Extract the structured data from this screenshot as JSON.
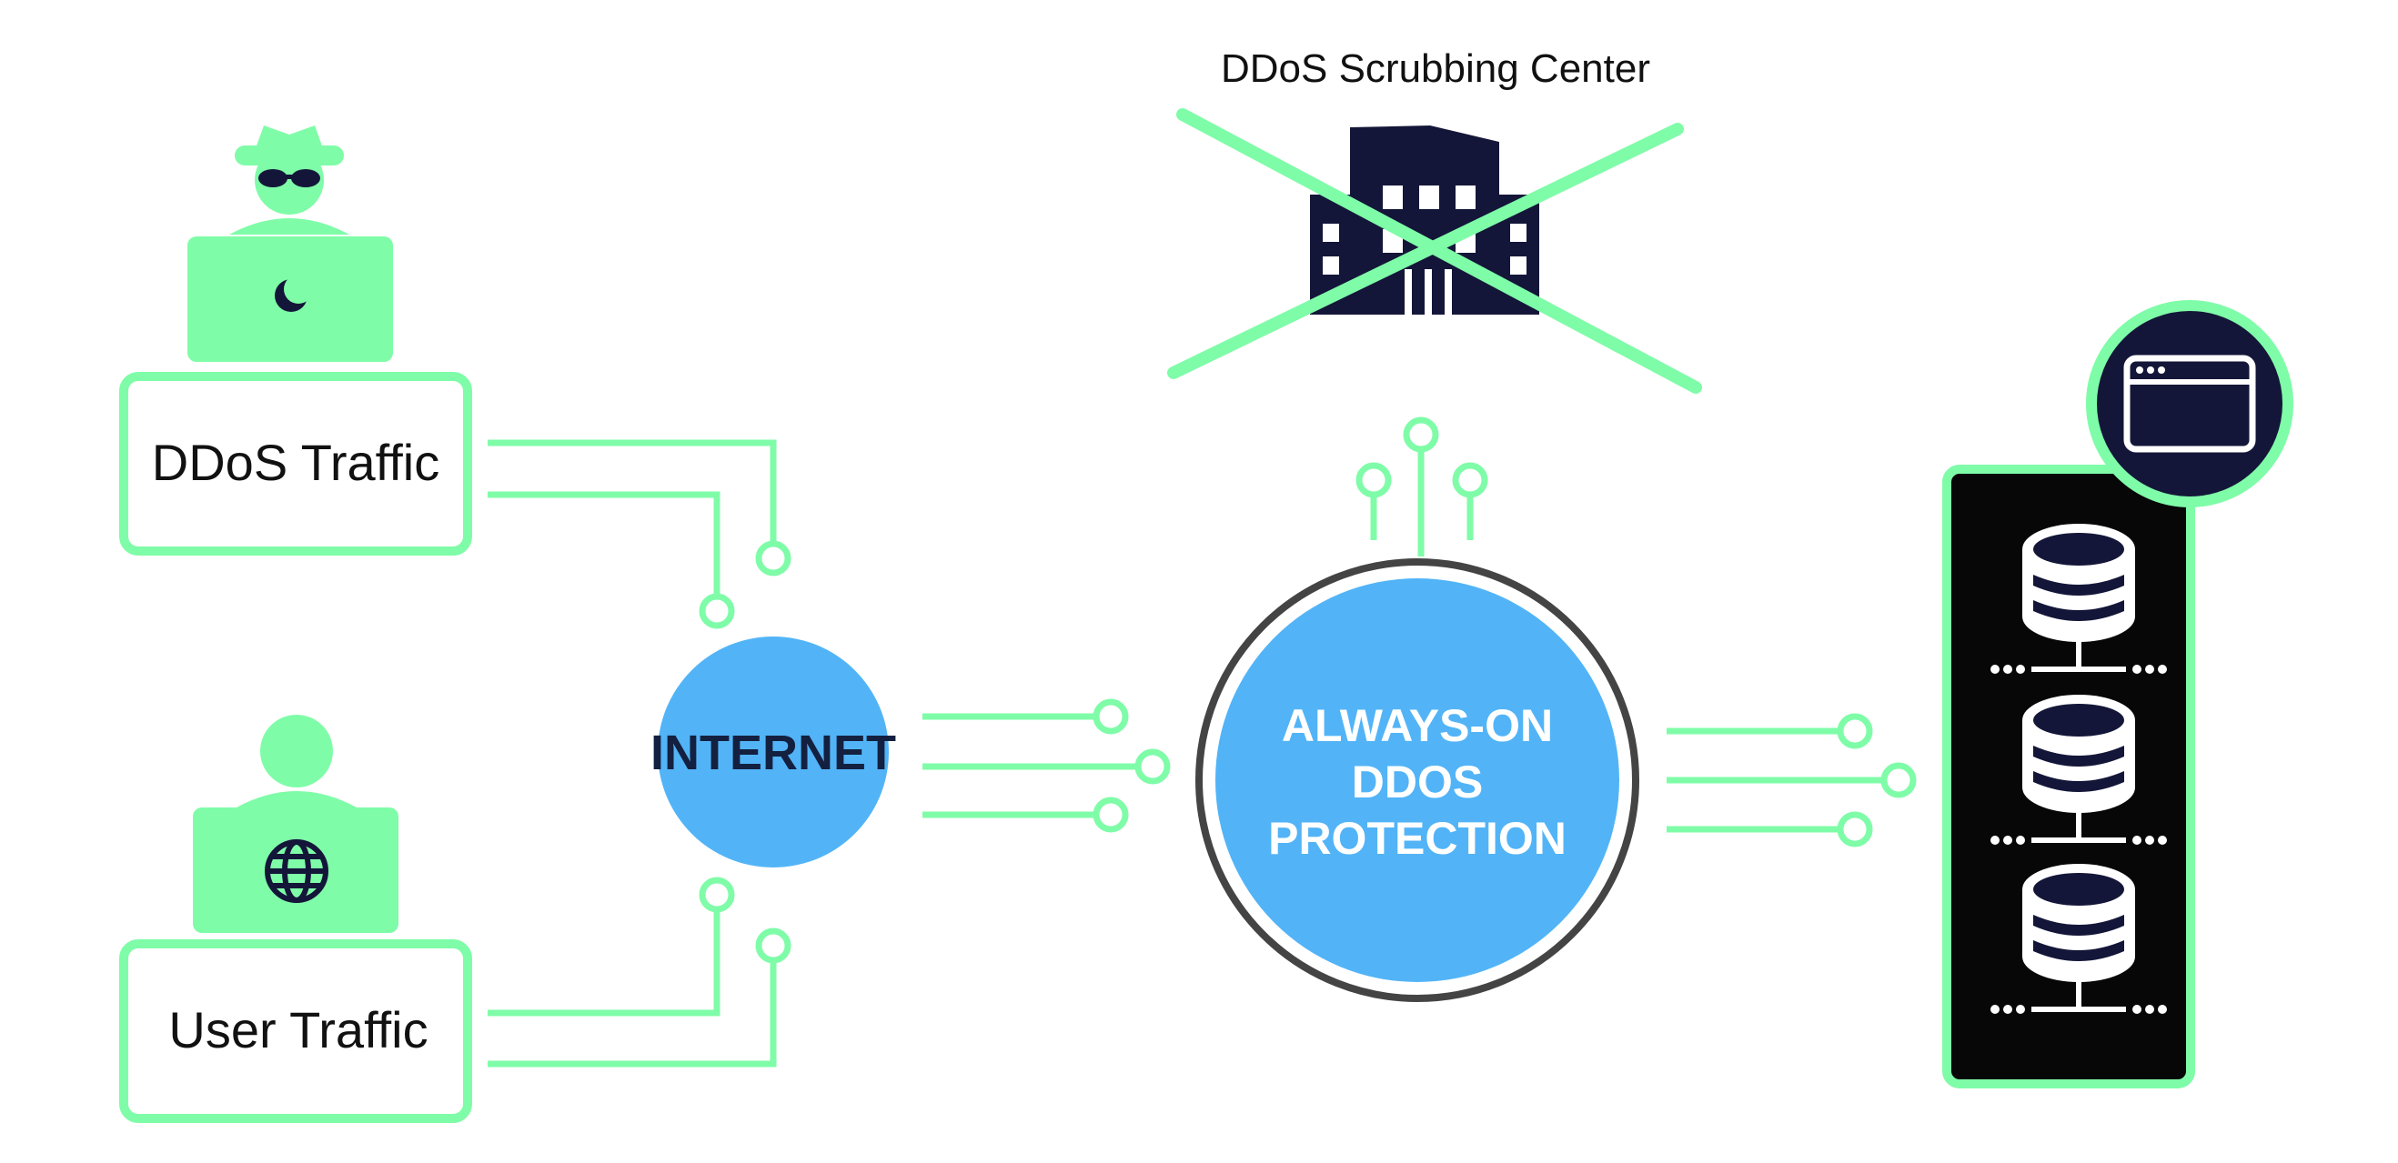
{
  "colors": {
    "green": "#7FFCA8",
    "blue": "#52B4F7",
    "navy": "#141639",
    "black": "#070707",
    "white": "#ffffff",
    "ring": "#444444"
  },
  "scrubbing": {
    "title": "DDoS Scrubbing Center",
    "icon": "building-icon",
    "crossed_out": true
  },
  "sources": [
    {
      "label": "DDoS Traffic",
      "icon": "hacker-laptop-icon",
      "glyph": "moon-icon"
    },
    {
      "label": "User Traffic",
      "icon": "user-laptop-icon",
      "glyph": "globe-icon"
    }
  ],
  "internet": {
    "label": "INTERNET"
  },
  "protection": {
    "lines": [
      "ALWAYS-ON",
      "DDOS",
      "PROTECTION"
    ]
  },
  "server": {
    "icons": [
      "browser-window-icon",
      "database-icon",
      "database-icon",
      "database-icon"
    ]
  }
}
